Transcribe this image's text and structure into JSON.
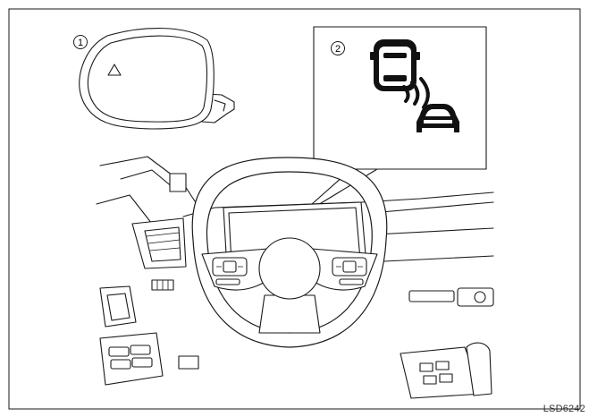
{
  "callouts": {
    "one": "1",
    "two": "2"
  },
  "figure_code": "LSD6242",
  "icons": {
    "mirror_indicator": "warning-triangle-icon",
    "own_vehicle": "car-top-view-icon",
    "detection_waves": "signal-waves-icon",
    "approaching_vehicle": "car-front-icon"
  }
}
